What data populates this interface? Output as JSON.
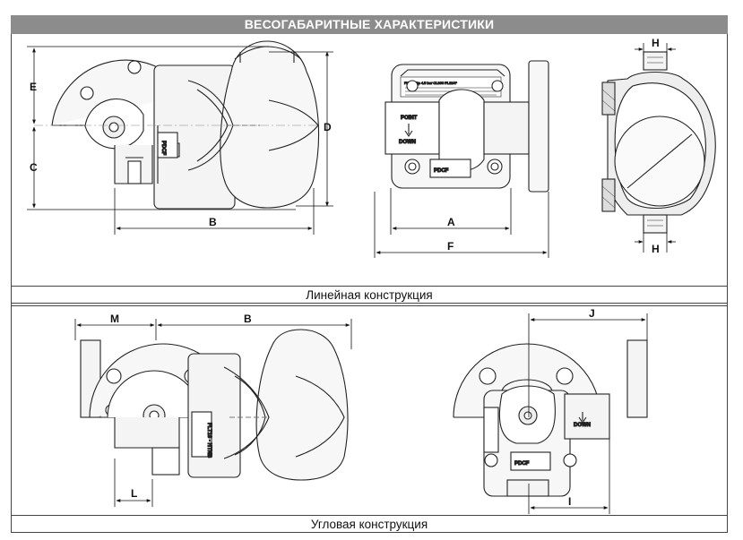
{
  "title": "ВЕСОГАБАРИТНЫЕ ХАРАКТЕРИСТИКИ",
  "sections": [
    {
      "caption": "Линейная конструкция"
    },
    {
      "caption": "Угловая конструкция"
    }
  ],
  "dimensions": {
    "A": "A",
    "B": "B",
    "C": "C",
    "D": "D",
    "E": "E",
    "F": "F",
    "H": "H",
    "I": "I",
    "J": "J",
    "L": "L",
    "M": "M"
  },
  "markings": {
    "point": "POINT",
    "down": "DOWN",
    "plate_line1": "FLT40 Op 4.5 bar  CL300 FL22A*",
    "model": "FLT16 - HTNB"
  },
  "colors": {
    "header_bg": "#8c8c8c",
    "line": "#222222",
    "fill": "#f7f7f7"
  }
}
